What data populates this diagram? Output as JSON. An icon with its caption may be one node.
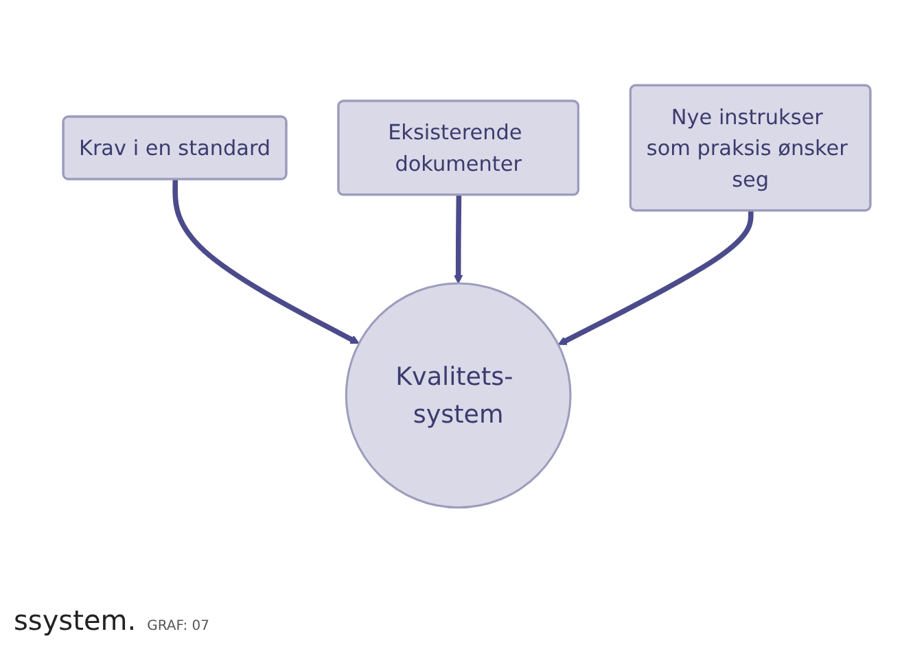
{
  "diagram": {
    "caption": "ssystem.",
    "nodes": [
      {
        "text": [
          "Eksisterende dokumenter"
        ]
      },
      {
        "text": [
          "Krav i en standard"
        ]
      },
      {
        "text": [
          "Nye instrukser som praksis ønsker seg"
        ]
      },
      {
        "text": [
          "Kvalitets- system"
        ]
      }
    ],
    "edges": [
      {
        "from": 1,
        "to": 3,
        "arrow": "to"
      },
      {
        "from": 0,
        "to": 3,
        "arrow": "to"
      },
      {
        "from": 2,
        "to": 3,
        "arrow": "to"
      }
    ],
    "labels": [
      "GRAF: 07"
    ]
  }
}
